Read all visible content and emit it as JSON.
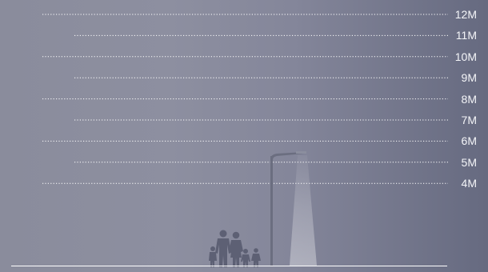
{
  "scale": {
    "levels": [
      {
        "value": "12M",
        "long": true
      },
      {
        "value": "11M",
        "long": false
      },
      {
        "value": "10M",
        "long": true
      },
      {
        "value": "9M",
        "long": false
      },
      {
        "value": "8M",
        "long": true
      },
      {
        "value": "7M",
        "long": false
      },
      {
        "value": "6M",
        "long": true
      },
      {
        "value": "5M",
        "long": false
      },
      {
        "value": "4M",
        "long": true
      }
    ]
  },
  "scene": {
    "figures": "family-silhouettes",
    "fixture": "street-light-pole"
  }
}
